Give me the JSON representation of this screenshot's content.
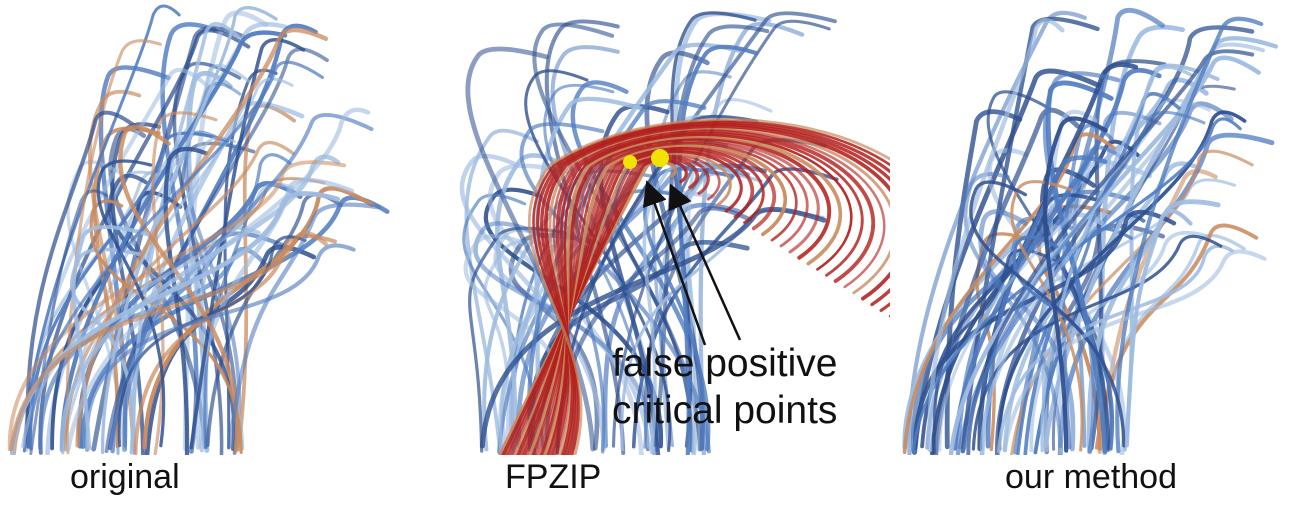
{
  "captions": {
    "original": "original",
    "fpzip": "FPZIP",
    "ours": "our method"
  },
  "annotation": {
    "line1": "false positive",
    "line2": "critical points"
  },
  "colors": {
    "blue_dark": "#2e4f8f",
    "blue_mid": "#4f7bbf",
    "blue_light": "#9fbce0",
    "orange": "#c98a5e",
    "red": "#b3201c",
    "yellow": "#f2e200"
  }
}
